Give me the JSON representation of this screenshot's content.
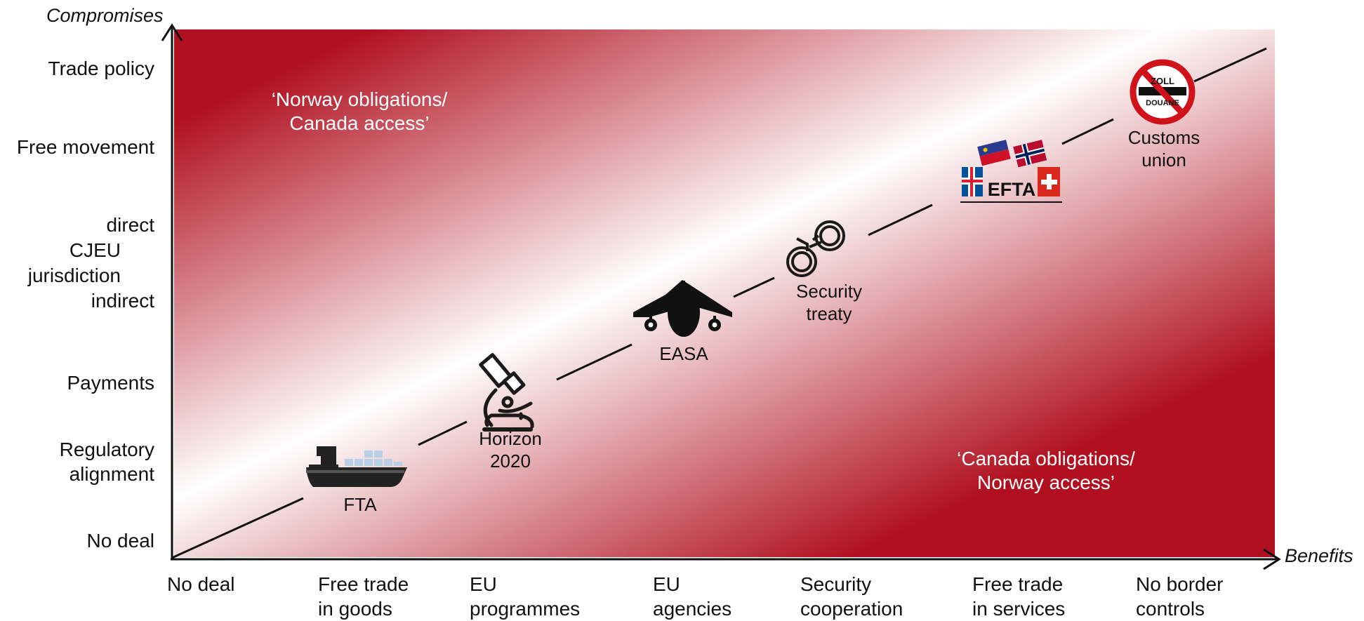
{
  "axes": {
    "y_title": "Compromises",
    "x_title": "Benefits"
  },
  "y_labels": {
    "trade_policy": "Trade policy",
    "free_movement": "Free movement",
    "cjeu_direct": "direct",
    "cjeu_name": "CJEU",
    "cjeu_jurisdiction": "jurisdiction",
    "cjeu_indirect": "indirect",
    "payments": "Payments",
    "regulatory_line1": "Regulatory",
    "regulatory_line2": "alignment",
    "no_deal": "No deal"
  },
  "x_labels": {
    "no_deal": "No deal",
    "free_trade_goods_l1": "Free trade",
    "free_trade_goods_l2": "in goods",
    "eu_programmes_l1": "EU",
    "eu_programmes_l2": "programmes",
    "eu_agencies_l1": "EU",
    "eu_agencies_l2": "agencies",
    "security_coop_l1": "Security",
    "security_coop_l2": "cooperation",
    "free_trade_services_l1": "Free trade",
    "free_trade_services_l2": "in services",
    "no_border_l1": "No border",
    "no_border_l2": "controls"
  },
  "regions": {
    "upper_l1": "‘Norway obligations/",
    "upper_l2": "Canada access’",
    "lower_l1": "‘Canada obligations/",
    "lower_l2": "Norway access’"
  },
  "points": {
    "fta": "FTA",
    "horizon_l1": "Horizon",
    "horizon_l2": "2020",
    "easa": "EASA",
    "security_l1": "Security",
    "security_l2": "treaty",
    "efta": "EFTA",
    "customs_l1": "Customs",
    "customs_l2": "union",
    "sign_top": "ZOLL",
    "sign_bottom": "DOUANE"
  },
  "colors": {
    "red": "#b0101f",
    "white": "#ffffff",
    "axis": "#111111",
    "icon": "#1a1a1a",
    "ship_containers": "#b8cfe8"
  },
  "icons": [
    "ship-icon",
    "microscope-icon",
    "airplane-icon",
    "handcuffs-icon",
    "efta-flags-icon",
    "no-customs-sign-icon"
  ]
}
